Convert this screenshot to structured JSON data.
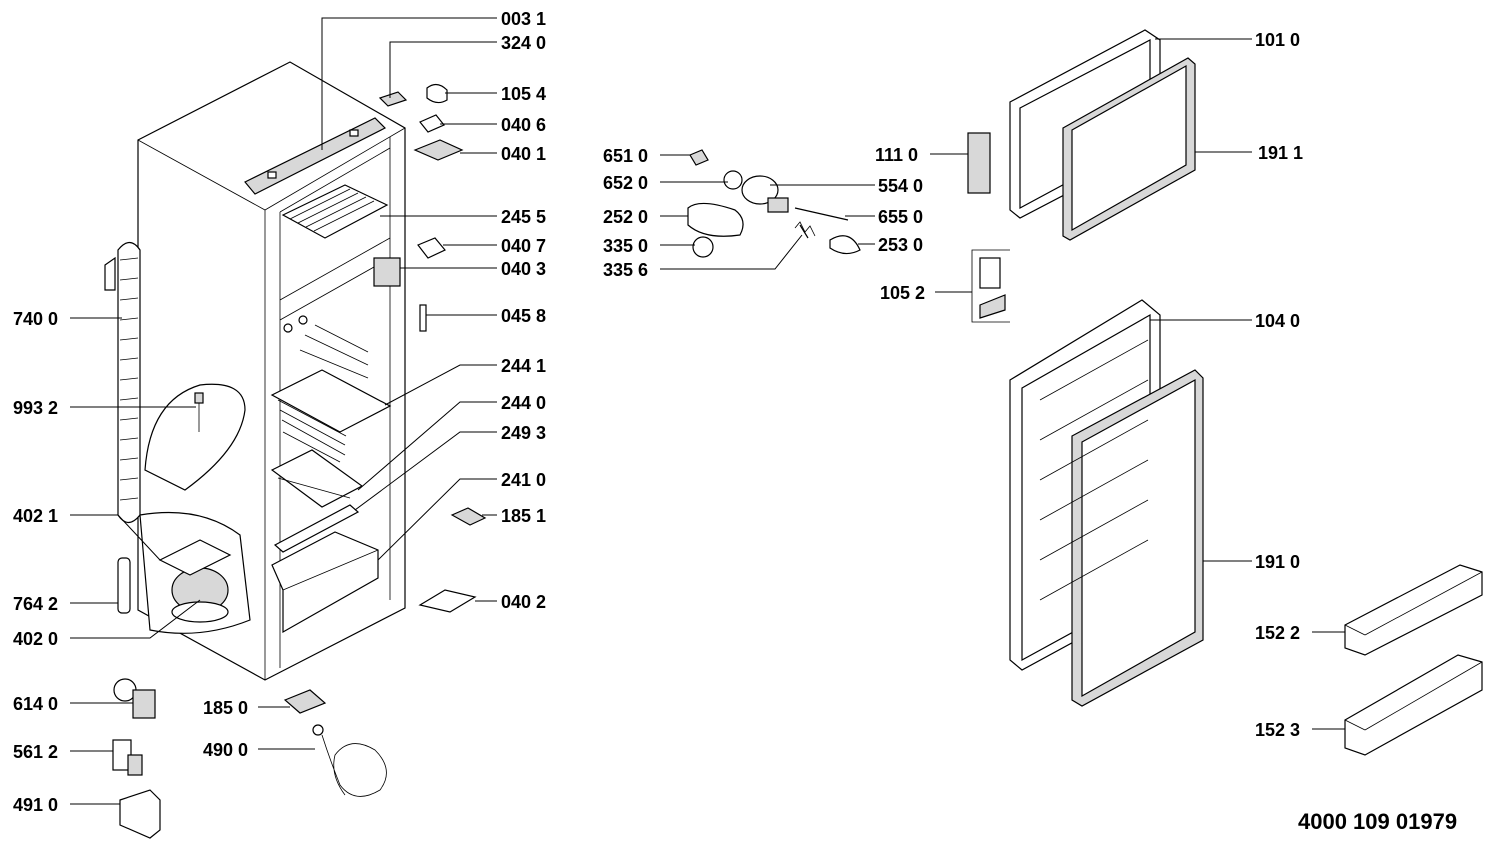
{
  "diagram": {
    "document_code": "4000 109 01979",
    "labels": {
      "l0031": "003 1",
      "l3240": "324 0",
      "l1054": "105 4",
      "l0406": "040 6",
      "l0401": "040 1",
      "l2455": "245 5",
      "l0407": "040 7",
      "l0403": "040 3",
      "l0458": "045 8",
      "l2441": "244 1",
      "l2440": "244 0",
      "l2493": "249 3",
      "l2410": "241 0",
      "l1851": "185 1",
      "l0402": "040 2",
      "l7400": "740 0",
      "l9932": "993 2",
      "l4021": "402 1",
      "l7642": "764 2",
      "l4020": "402 0",
      "l6140": "614 0",
      "l5612": "561 2",
      "l4910": "491 0",
      "l1850": "185 0",
      "l4900": "490 0",
      "l6510": "651 0",
      "l6520": "652 0",
      "l2520": "252 0",
      "l3350": "335 0",
      "l3356": "335 6",
      "l5540": "554 0",
      "l6550": "655 0",
      "l2530": "253 0",
      "l1110": "111 0",
      "l1052": "105 2",
      "l1010": "101 0",
      "l1911": "191 1",
      "l1040": "104 0",
      "l1910": "191 0",
      "l1522": "152 2",
      "l1523": "152 3"
    }
  }
}
